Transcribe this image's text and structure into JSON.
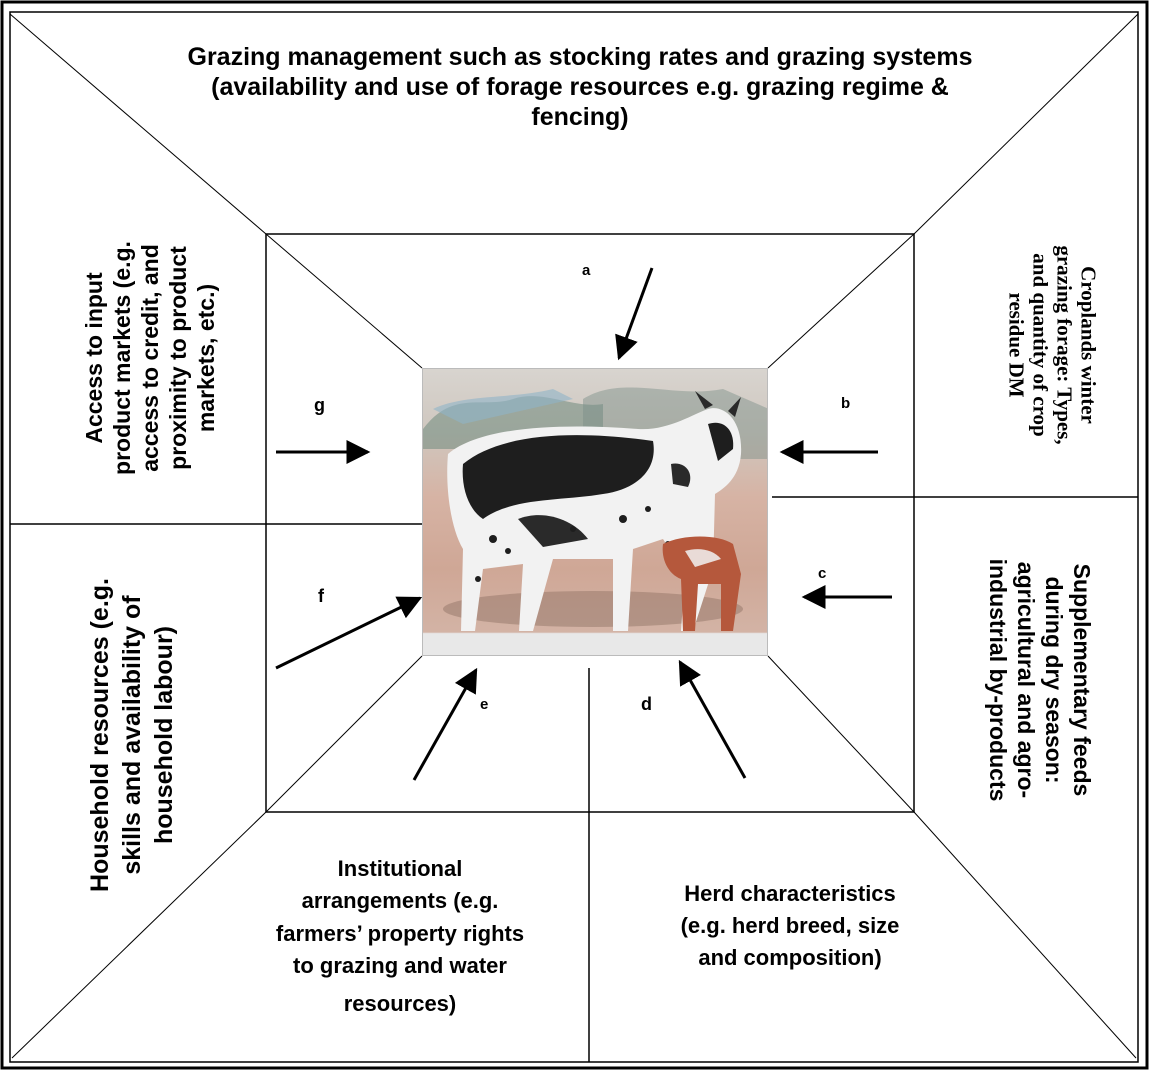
{
  "factors": {
    "top": "Grazing management such as stocking rates and grazing systems (availability and use of forage resources e.g. grazing regime & fencing)",
    "left_upper": [
      "Access to input",
      "product markets (e.g.",
      "access to credit, and",
      "proximity to product",
      "markets, etc.)"
    ],
    "left_lower": [
      "Household resources (e.g.",
      "skills and availability of",
      "household labour)"
    ],
    "right_upper": [
      "Croplands winter",
      "grazing forage: Types,",
      "and quantity of crop",
      "residue DM"
    ],
    "right_lower": [
      "Supplementary feeds",
      "during dry season:",
      "agricultural and agro-",
      "industrial by-products"
    ],
    "bottom_left": [
      "Institutional",
      "arrangements (e.g.",
      "farmers’ property rights",
      "to grazing and water",
      "resources)"
    ],
    "bottom_right": [
      "Herd characteristics",
      "(e.g. herd breed, size",
      "and composition)"
    ]
  },
  "arrow_labels": {
    "a": "a",
    "b": "b",
    "c": "c",
    "d": "d",
    "e": "e",
    "f": "f",
    "g": "g"
  },
  "image": {
    "icon": "cattle-photo",
    "colors": {
      "cow_dark": "#1e1e1e",
      "cow_white": "#f2f2f2",
      "calf": "#b5583c",
      "ground": "#cfa796",
      "sky": "#8fb4c8"
    }
  }
}
